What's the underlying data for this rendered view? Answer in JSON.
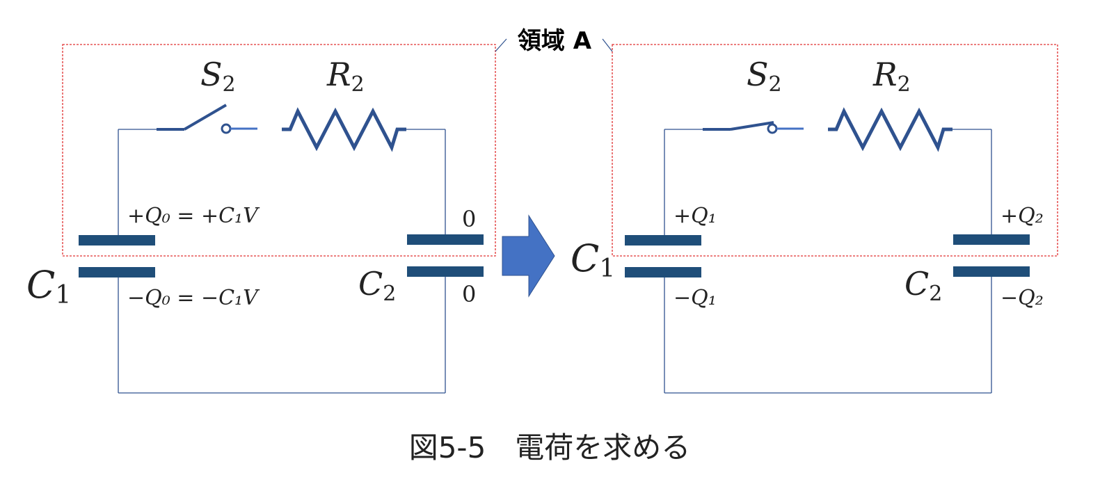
{
  "region_label": "領域 A",
  "caption": "図5-5　電荷を求める",
  "colors": {
    "wire": "#2f528f",
    "plate": "#1f4e79",
    "component": "#2f528f",
    "region_border": "#e03030",
    "arrow": "#4472c4"
  },
  "left_circuit": {
    "switch": {
      "name": "S",
      "sub": "2",
      "state": "open"
    },
    "resistor": {
      "name": "R",
      "sub": "2"
    },
    "c1": {
      "name": "C",
      "sub": "1",
      "top_charge": "+Q₀ = +C₁V",
      "bottom_charge": "−Q₀ = −C₁V"
    },
    "c2": {
      "name": "C",
      "sub": "2",
      "top_charge": "0",
      "bottom_charge": "0"
    }
  },
  "right_circuit": {
    "switch": {
      "name": "S",
      "sub": "2",
      "state": "closed"
    },
    "resistor": {
      "name": "R",
      "sub": "2"
    },
    "c1": {
      "name": "C",
      "sub": "1",
      "top_charge": "+Q₁",
      "bottom_charge": "−Q₁"
    },
    "c2": {
      "name": "C",
      "sub": "2",
      "top_charge": "+Q₂",
      "bottom_charge": "−Q₂"
    }
  }
}
